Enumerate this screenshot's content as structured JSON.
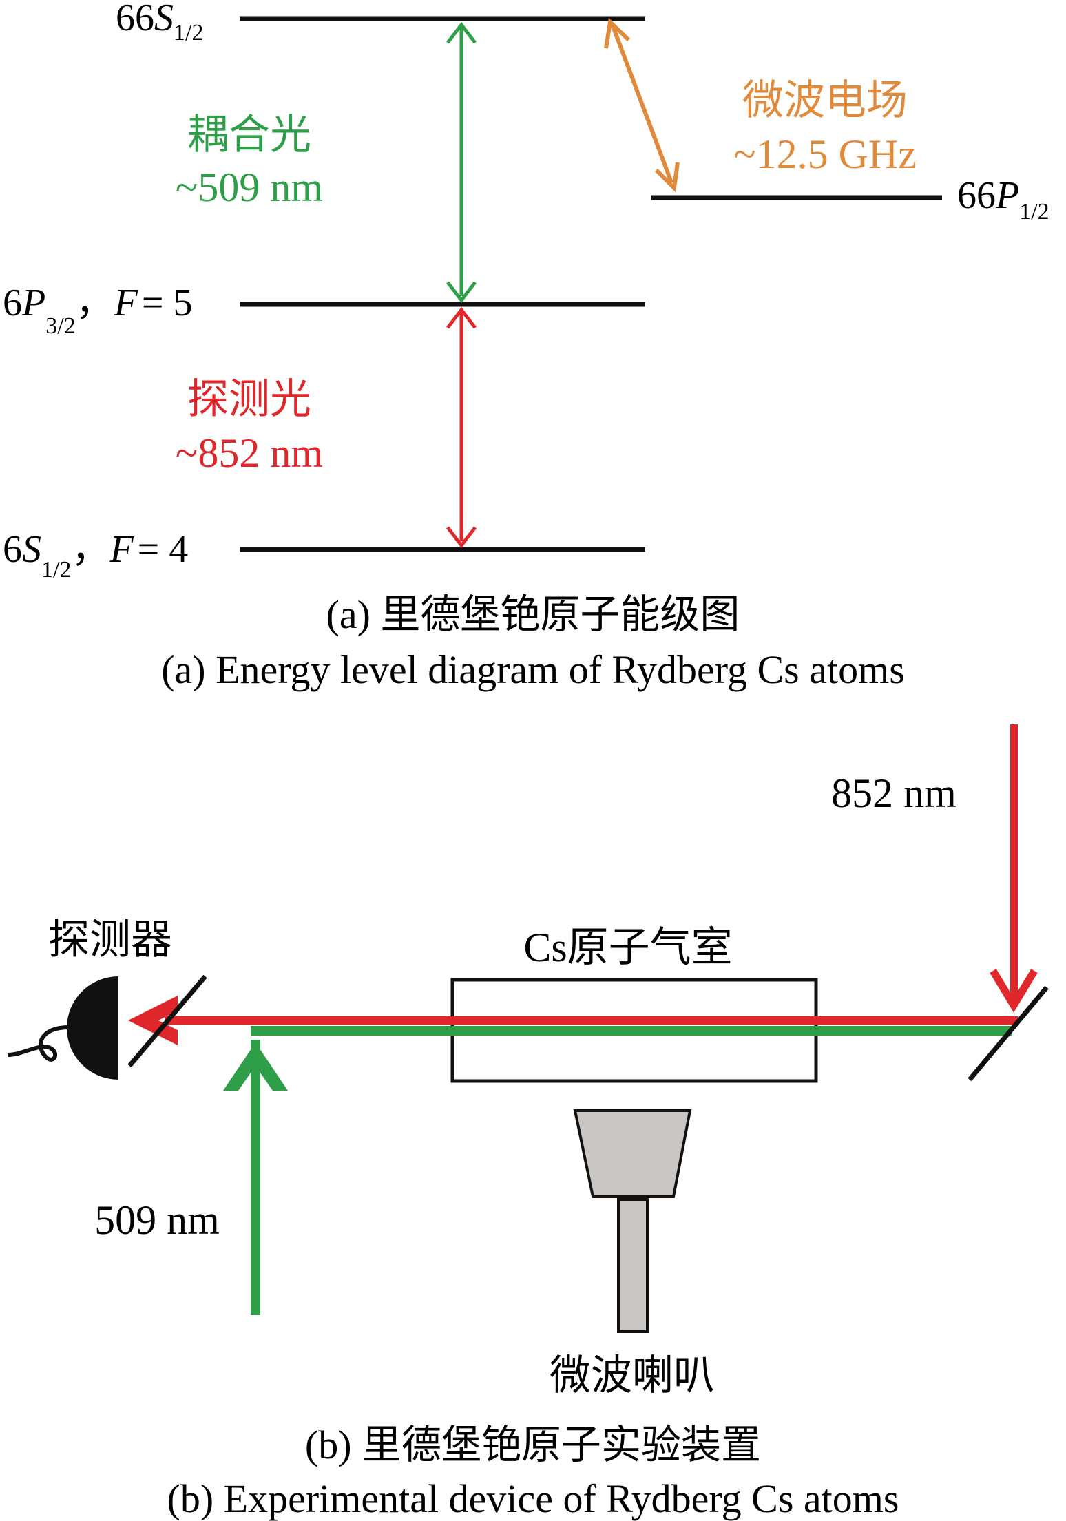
{
  "colors": {
    "coupling": "#2e9e48",
    "probe": "#e0272b",
    "microwave": "#e08a3c",
    "line": "#111111",
    "horn": "#c9c6c4"
  },
  "panel_a": {
    "levels": {
      "top": {
        "main": "66",
        "italic": "S",
        "sub": "1/2"
      },
      "right": {
        "main": "66",
        "italic": "P",
        "sub": "1/2"
      },
      "mid": {
        "main": "6",
        "italic": "P",
        "sub": "3/2",
        "suffix": "，",
        "f_italic": "F",
        "f_value": "= 5"
      },
      "bottom": {
        "main": "6",
        "italic": "S",
        "sub": "1/2",
        "suffix": "，",
        "f_italic": "F",
        "f_value": "= 4"
      }
    },
    "coupling_label": "耦合光",
    "coupling_wavelength": "~509 nm",
    "probe_label": "探测光",
    "probe_wavelength": "~852 nm",
    "microwave_label": "微波电场",
    "microwave_freq": "~12.5 GHz",
    "caption_cn": "(a) 里德堡铯原子能级图",
    "caption_en": "(a) Energy level diagram of Rydberg Cs atoms"
  },
  "panel_b": {
    "probe_wavelength": "852 nm",
    "coupling_wavelength": "509 nm",
    "detector_label": "探测器",
    "cell_label": "Cs原子气室",
    "horn_label": "微波喇叭",
    "caption_cn": "(b) 里德堡铯原子实验装置",
    "caption_en": "(b) Experimental device of Rydberg Cs atoms"
  }
}
